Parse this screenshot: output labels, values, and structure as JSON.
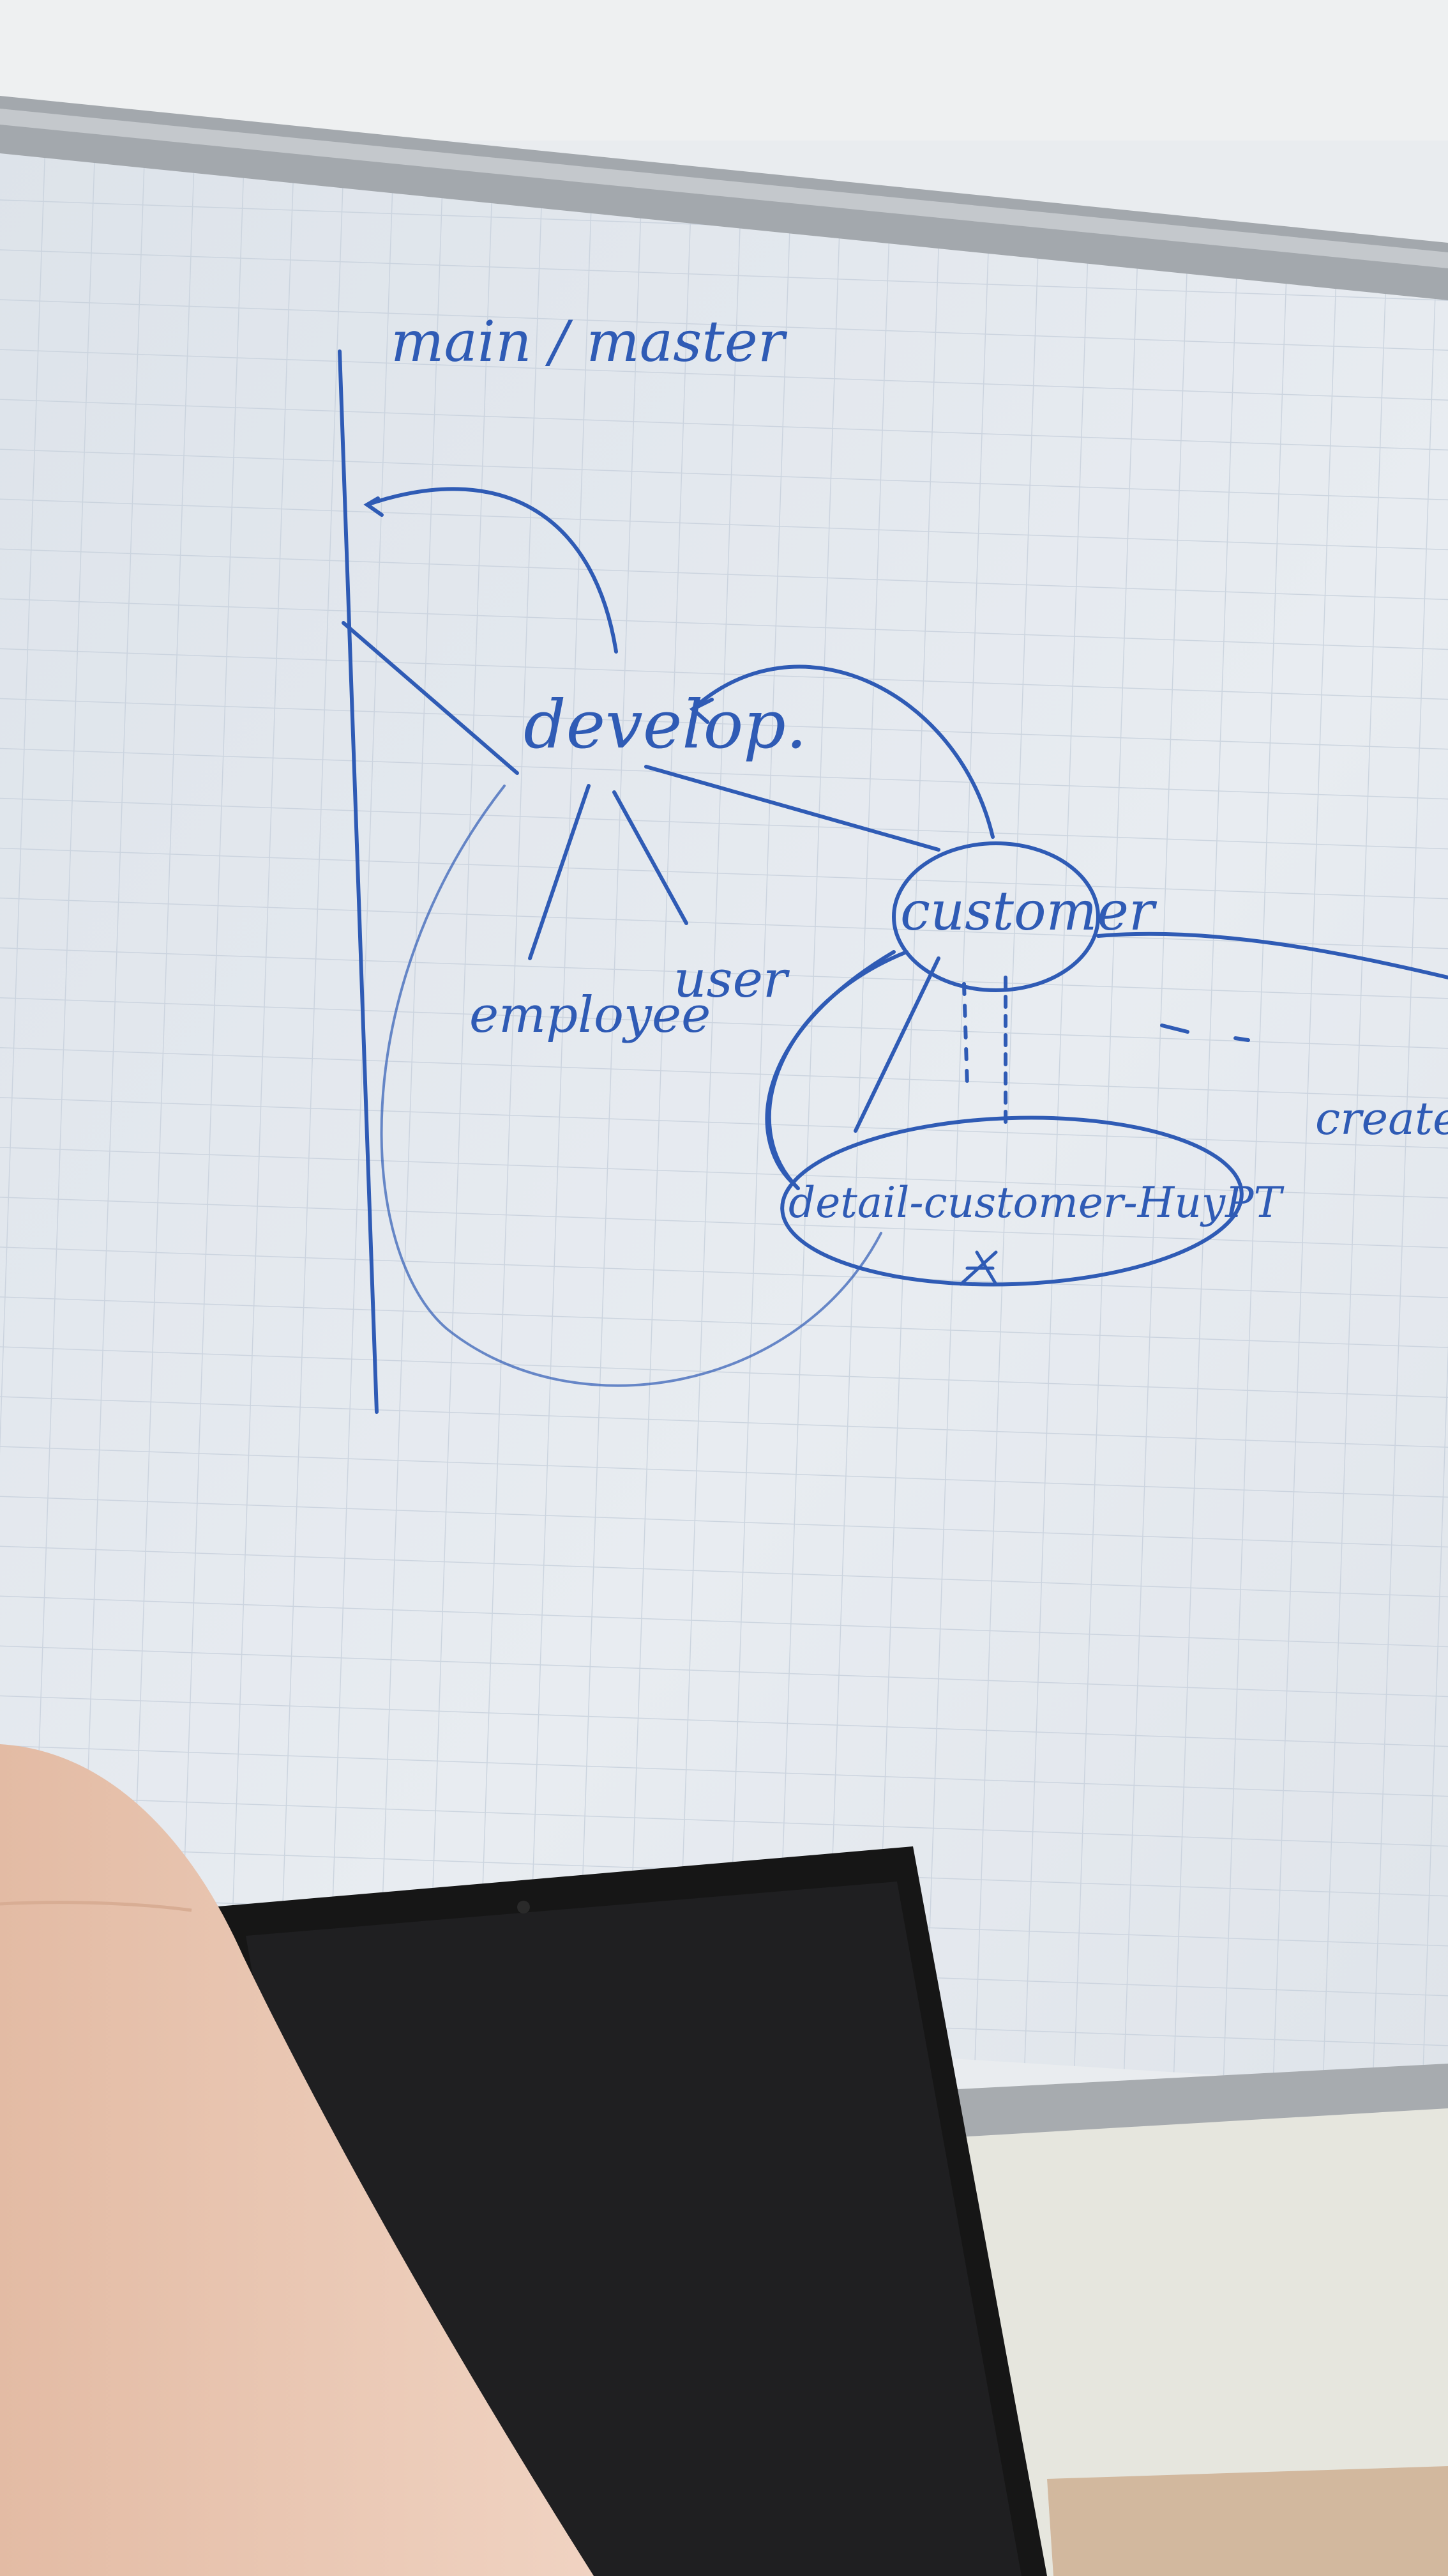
{
  "whiteboard": {
    "title": "main / master",
    "nodes": {
      "develop": "develop.",
      "employee": "employee",
      "user": "user",
      "customer": "customer",
      "detail": "detail-customer-HuyPT",
      "create": "create"
    }
  },
  "colors": {
    "wall": "#eef0f1",
    "board": "#e3e8ef",
    "grid": "#c9d2dd",
    "marker": "#2f5bb5",
    "frame": "#9aa0a6",
    "laptop": "#161616",
    "shirt": "#e8c5b0",
    "desk": "#d2b89e"
  }
}
